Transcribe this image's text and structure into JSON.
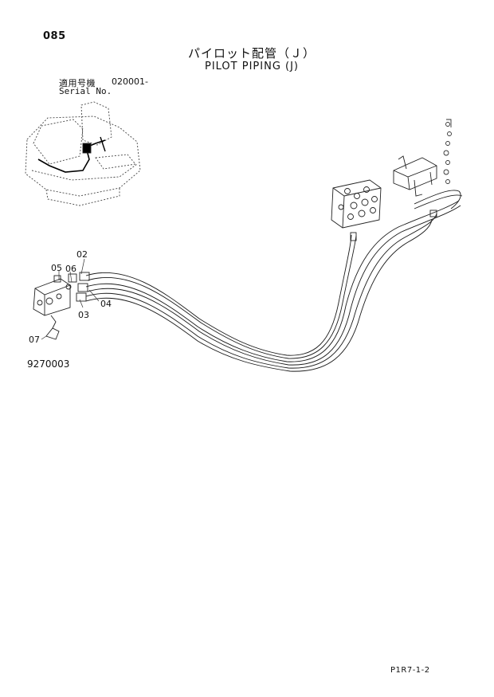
{
  "page_number": "085",
  "title_jp": "パイロット配管（Ｊ）",
  "title_en": "PILOT PIPING (J)",
  "serial": {
    "label_jp": "適用号機",
    "label_en": "Serial No.",
    "value": "020001-"
  },
  "callouts": [
    "02",
    "05",
    "06",
    "04",
    "03",
    "07"
  ],
  "diagram_id": "9270003",
  "sheet_id": "P1R7-1-2"
}
